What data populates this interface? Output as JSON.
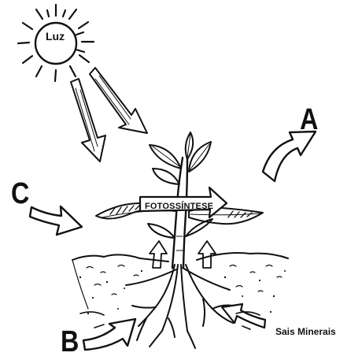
{
  "labels": {
    "sun": "Luz",
    "a": "A",
    "b": "B",
    "c": "C",
    "process": "FOTOSSÍNTESE",
    "minerals": "Sais Minerais"
  },
  "colors": {
    "ink": "#111111",
    "background": "#ffffff"
  }
}
